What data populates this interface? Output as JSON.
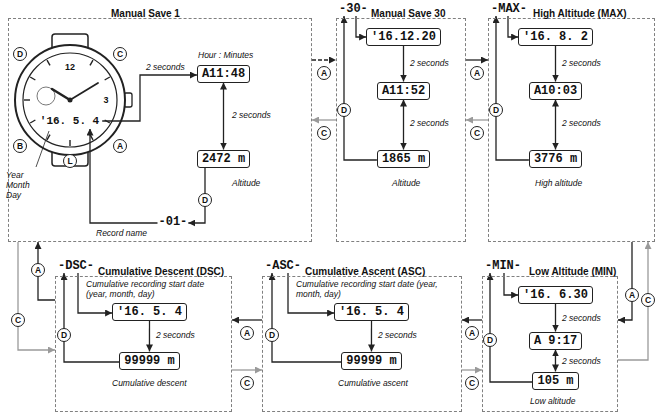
{
  "diagram": {
    "nodes": [
      {
        "text": [
          "Manual Save 1"
        ]
      },
      {
        "text": [
          "'16. 5. 4"
        ],
        "in": 0
      },
      {
        "text": [
          "A11:48"
        ],
        "in": 0
      },
      {
        "text": [
          "2472 m"
        ],
        "in": 0
      },
      {
        "text": [
          "-01-"
        ],
        "in": 0
      },
      {
        "text": [
          "-30-"
        ]
      },
      {
        "text": [
          "Manual Save 30"
        ]
      },
      {
        "text": [
          "'16.12.20"
        ],
        "in": 6
      },
      {
        "text": [
          "A11:52"
        ],
        "in": 6
      },
      {
        "text": [
          "1865 m"
        ],
        "in": 6
      },
      {
        "text": [
          "-MAX-"
        ]
      },
      {
        "text": [
          "High Altitude (MAX)"
        ]
      },
      {
        "text": [
          "'16. 8. 2"
        ],
        "in": 11
      },
      {
        "text": [
          "A10:03"
        ],
        "in": 11
      },
      {
        "text": [
          "3776 m"
        ],
        "in": 11
      },
      {
        "text": [
          "-MIN-"
        ]
      },
      {
        "text": [
          "Low Altitude (MIN)"
        ]
      },
      {
        "text": [
          "'16. 6.30"
        ],
        "in": 16
      },
      {
        "text": [
          "A 9:17"
        ],
        "in": 16
      },
      {
        "text": [
          "105 m"
        ],
        "in": 16
      },
      {
        "text": [
          "-ASC-"
        ]
      },
      {
        "text": [
          "Cumulative Ascent (ASC)"
        ]
      },
      {
        "text": [
          "'16. 5. 4"
        ],
        "in": 21
      },
      {
        "text": [
          "99999 m"
        ],
        "in": 21
      },
      {
        "text": [
          "-DSC-"
        ]
      },
      {
        "text": [
          "Cumulative Descent (DSC)"
        ]
      },
      {
        "text": [
          "'16. 5. 4"
        ],
        "in": 25
      },
      {
        "text": [
          "99999 m"
        ],
        "in": 25
      }
    ],
    "edges": [
      {
        "from": 0,
        "to": 6,
        "label": "A",
        "arrow": "to"
      },
      {
        "from": 6,
        "to": 0,
        "label": "C",
        "arrow": "to"
      },
      {
        "from": 6,
        "to": 11,
        "label": "A",
        "arrow": "to"
      },
      {
        "from": 11,
        "to": 6,
        "label": "C",
        "arrow": "to"
      },
      {
        "from": 11,
        "to": 16,
        "label": "A",
        "arrow": "to"
      },
      {
        "from": 16,
        "to": 11,
        "label": "C",
        "arrow": "to"
      },
      {
        "from": 16,
        "to": 21,
        "label": "A",
        "arrow": "to"
      },
      {
        "from": 21,
        "to": 16,
        "label": "C",
        "arrow": "to"
      },
      {
        "from": 21,
        "to": 25,
        "label": "A",
        "arrow": "to"
      },
      {
        "from": 25,
        "to": 21,
        "label": "C",
        "arrow": "to"
      },
      {
        "from": 25,
        "to": 0,
        "label": "A",
        "arrow": "to"
      },
      {
        "from": 0,
        "to": 25,
        "label": "C",
        "arrow": "to"
      },
      {
        "from": 4,
        "to": 1,
        "arrow": "to"
      },
      {
        "from": 1,
        "to": 2,
        "label": "2 seconds",
        "arrow": "to"
      },
      {
        "from": 2,
        "to": 3,
        "label": "2 seconds",
        "arrow": "both"
      },
      {
        "from": 3,
        "to": 4,
        "label": "D",
        "arrow": "to"
      },
      {
        "from": 5,
        "to": 7,
        "arrow": "to"
      },
      {
        "from": 7,
        "to": 8,
        "label": "2 seconds",
        "arrow": "to"
      },
      {
        "from": 8,
        "to": 9,
        "label": "2 seconds",
        "arrow": "both"
      },
      {
        "from": 9,
        "to": 5,
        "label": "D",
        "arrow": "to"
      },
      {
        "from": 10,
        "to": 12,
        "arrow": "to"
      },
      {
        "from": 12,
        "to": 13,
        "label": "2 seconds",
        "arrow": "to"
      },
      {
        "from": 13,
        "to": 14,
        "label": "2 seconds",
        "arrow": "both"
      },
      {
        "from": 14,
        "to": 10,
        "label": "D",
        "arrow": "to"
      },
      {
        "from": 15,
        "to": 17,
        "arrow": "to"
      },
      {
        "from": 17,
        "to": 18,
        "label": "2 seconds",
        "arrow": "to"
      },
      {
        "from": 18,
        "to": 19,
        "label": "2 seconds",
        "arrow": "both"
      },
      {
        "from": 19,
        "to": 15,
        "label": "D",
        "arrow": "to"
      },
      {
        "from": 20,
        "to": 22,
        "arrow": "to"
      },
      {
        "from": 22,
        "to": 23,
        "label": "2 seconds",
        "arrow": "to"
      },
      {
        "from": 23,
        "to": 20,
        "label": "D",
        "arrow": "to"
      },
      {
        "from": 24,
        "to": 26,
        "arrow": "to"
      },
      {
        "from": 26,
        "to": 27,
        "label": "2 seconds",
        "arrow": "to"
      },
      {
        "from": 27,
        "to": 24,
        "label": "D",
        "arrow": "to"
      }
    ],
    "labels": [
      "D",
      "C",
      "B",
      "A",
      "L",
      "12",
      "3",
      "Year Month Day",
      "Record name",
      "Hour : Minutes",
      "Altitude",
      "Altitude",
      "High altitude",
      "Low altitude",
      "Cumulative recording start date (year, month, day)",
      "Cumulative recording start date (year, month, day)",
      "Cumulative ascent",
      "Cumulative descent"
    ]
  }
}
